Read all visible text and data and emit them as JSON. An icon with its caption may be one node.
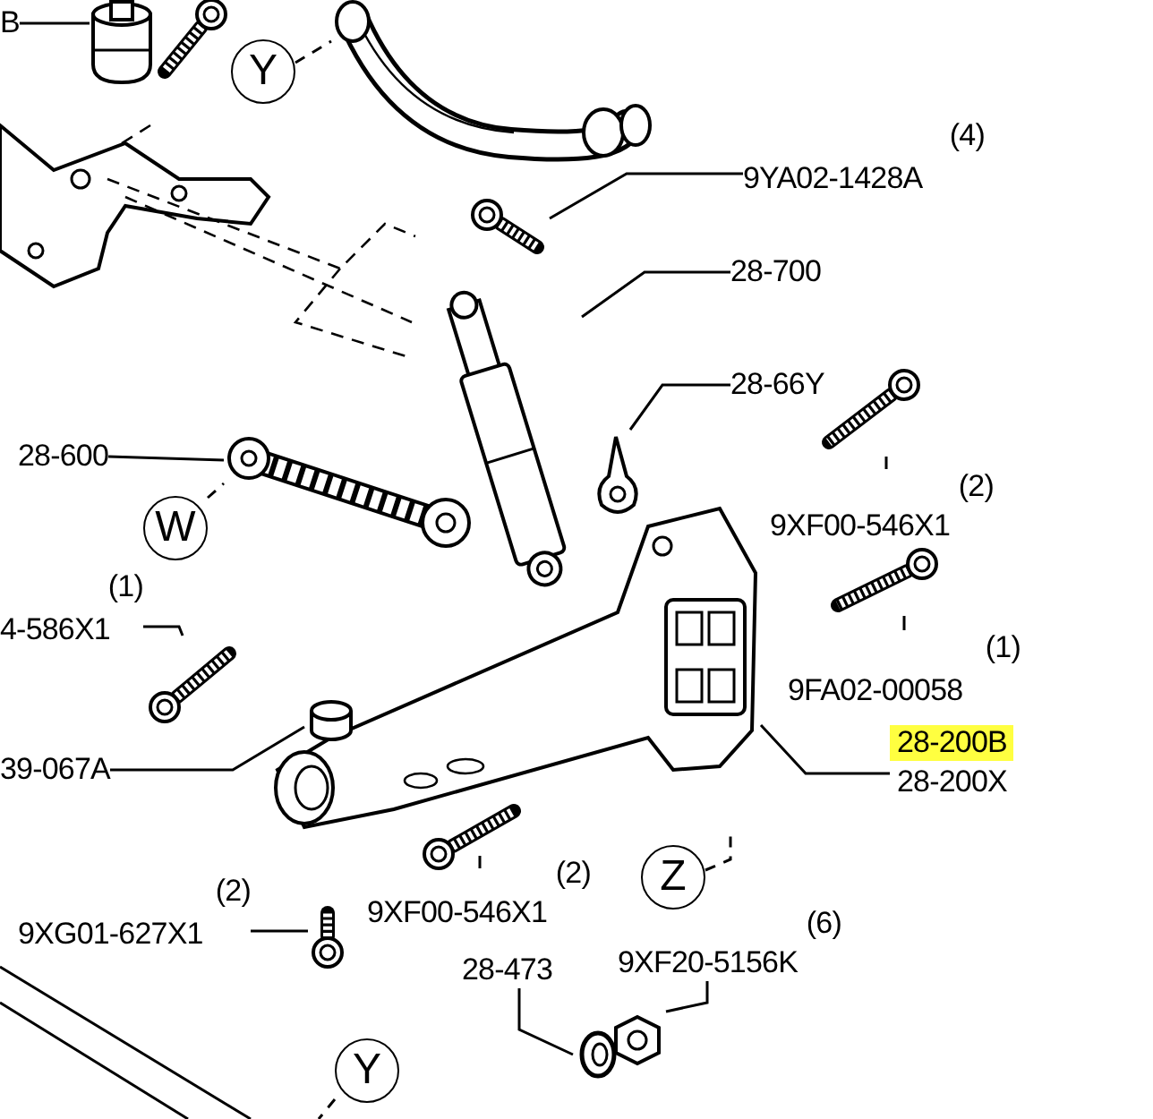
{
  "diagram": {
    "nodes": [
      {
        "text": [
          "B"
        ]
      },
      {
        "text": [
          "Y"
        ]
      },
      {
        "text": [
          "(4)",
          "9YA02-1428A"
        ]
      },
      {
        "text": [
          "28-700"
        ]
      },
      {
        "text": [
          "28-66Y"
        ]
      },
      {
        "text": [
          "28-600"
        ]
      },
      {
        "text": [
          "W"
        ]
      },
      {
        "text": [
          "(2)",
          "9XF00-546X1"
        ]
      },
      {
        "text": [
          "(1)",
          "4-586X1"
        ]
      },
      {
        "text": [
          "(1)",
          "9FA02-00058"
        ]
      },
      {
        "text": [
          "39-067A"
        ]
      },
      {
        "text": [
          "28-200B",
          "28-200X"
        ]
      },
      {
        "text": [
          "(2)",
          "9XF00-546X1"
        ]
      },
      {
        "text": [
          "Z"
        ]
      },
      {
        "text": [
          "(2)",
          "9XG01-627X1"
        ]
      },
      {
        "text": [
          "28-473"
        ]
      },
      {
        "text": [
          "(6)",
          "9XF20-5156K"
        ]
      },
      {
        "text": [
          "Y"
        ]
      },
      {
        "text": [],
        "shape": "picture"
      },
      {
        "text": [],
        "shape": "picture"
      },
      {
        "text": [],
        "shape": "picture"
      },
      {
        "text": [],
        "shape": "picture"
      },
      {
        "text": [],
        "shape": "picture"
      },
      {
        "text": [],
        "shape": "picture"
      },
      {
        "text": [],
        "shape": "picture"
      },
      {
        "text": [],
        "shape": "picture"
      },
      {
        "text": [],
        "shape": "picture"
      },
      {
        "text": [],
        "shape": "cylinder"
      },
      {
        "text": [],
        "shape": "picture"
      },
      {
        "text": [],
        "shape": "picture"
      },
      {
        "text": [],
        "shape": "picture"
      },
      {
        "text": [],
        "shape": "picture"
      },
      {
        "text": [],
        "shape": "picture"
      }
    ],
    "edges": [
      {
        "from": 0,
        "to": 18,
        "arrow": "none"
      },
      {
        "from": 1,
        "to": 19,
        "arrow": "none",
        "style": "dashed"
      },
      {
        "from": 2,
        "to": 20,
        "arrow": "none"
      },
      {
        "from": 3,
        "to": 21,
        "arrow": "none"
      },
      {
        "from": 4,
        "to": 22,
        "arrow": "none"
      },
      {
        "from": 5,
        "to": 23,
        "arrow": "none"
      },
      {
        "from": 6,
        "to": 23,
        "arrow": "none",
        "style": "dashed"
      },
      {
        "from": 7,
        "to": 24,
        "arrow": "none"
      },
      {
        "from": 8,
        "to": 26,
        "arrow": "none"
      },
      {
        "from": 9,
        "to": 25,
        "arrow": "none"
      },
      {
        "from": 10,
        "to": 27,
        "arrow": "none"
      },
      {
        "from": 11,
        "to": 28,
        "arrow": "none"
      },
      {
        "from": 12,
        "to": 29,
        "arrow": "none"
      },
      {
        "from": 13,
        "to": 28,
        "arrow": "none",
        "style": "dashed"
      },
      {
        "from": 14,
        "to": 30,
        "arrow": "none"
      },
      {
        "from": 15,
        "to": 31,
        "arrow": "none"
      },
      {
        "from": 16,
        "to": 32,
        "arrow": "none"
      },
      {
        "from": 17,
        "to": null,
        "arrow": "none",
        "style": "dashed"
      }
    ]
  }
}
